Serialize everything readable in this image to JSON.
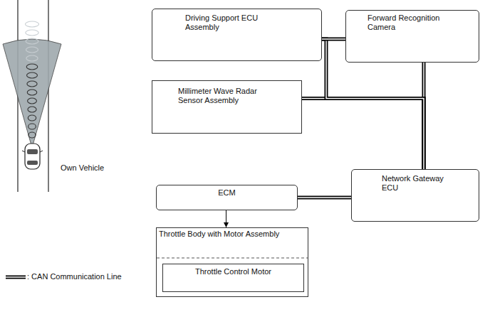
{
  "diagram": {
    "nodes": [
      {
        "text": [
          "Driving Support ECU Assembly"
        ]
      },
      {
        "text": [
          "Forward Recognition Camera"
        ]
      },
      {
        "text": [
          "Millimeter Wave Radar Sensor Assembly"
        ]
      },
      {
        "text": [
          "Network Gateway ECU"
        ]
      },
      {
        "text": [
          "ECM"
        ]
      },
      {
        "text": [
          "Throttle Body with Motor Assembly"
        ]
      },
      {
        "text": [
          "Throttle Control Motor"
        ],
        "in": 5
      }
    ],
    "edges": [
      {
        "from": 0,
        "to": 1,
        "arrow": "none"
      },
      {
        "from": 0,
        "to": 3,
        "arrow": "none"
      },
      {
        "from": 2,
        "to": 3,
        "arrow": "none"
      },
      {
        "from": 1,
        "to": 3,
        "arrow": "none"
      },
      {
        "from": 4,
        "to": 3,
        "arrow": "none"
      },
      {
        "from": 4,
        "to": 5,
        "arrow": "to"
      }
    ],
    "labels": [
      "Own Vehicle"
    ],
    "legend": [
      {
        "text": ": CAN Communication Line"
      }
    ]
  }
}
